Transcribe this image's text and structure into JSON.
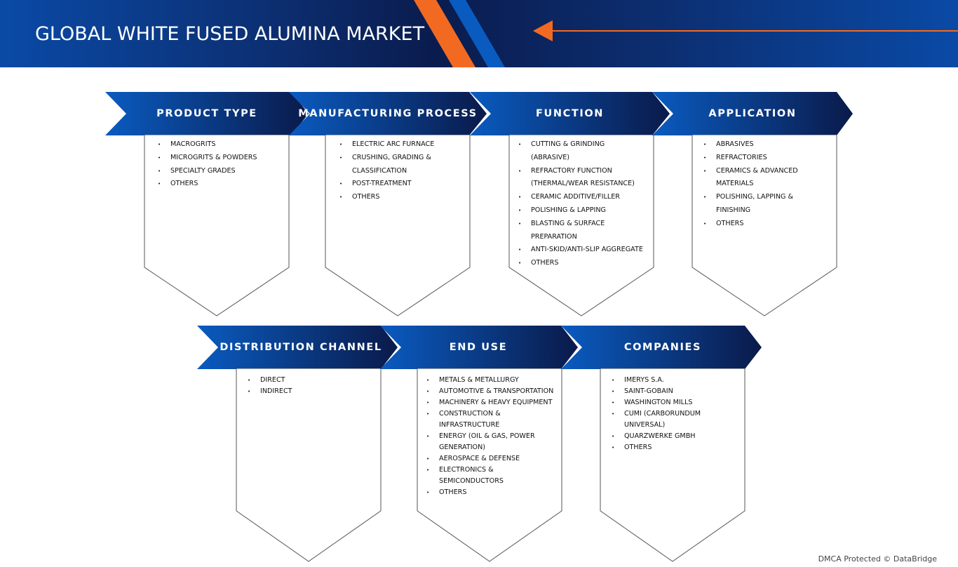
{
  "header": {
    "title": "GLOBAL WHITE FUSED ALUMINA MARKET"
  },
  "colors": {
    "banner_dark": "#0a1a4a",
    "banner_light": "#0a5bc0",
    "accent_orange": "#f26a22",
    "panel_stroke": "#555555"
  },
  "icons": {
    "arrow": "left-arrow-icon"
  },
  "segments_row1": [
    {
      "title": "PRODUCT TYPE",
      "items": [
        "MACROGRITS",
        "MICROGRITS & POWDERS",
        "SPECIALTY GRADES",
        "OTHERS"
      ]
    },
    {
      "title": "MANUFACTURING PROCESS",
      "items": [
        "ELECTRIC ARC FURNACE",
        "CRUSHING, GRADING & CLASSIFICATION",
        "POST-TREATMENT",
        "OTHERS"
      ]
    },
    {
      "title": "FUNCTION",
      "items": [
        "CUTTING & GRINDING (ABRASIVE)",
        "REFRACTORY FUNCTION (THERMAL/WEAR RESISTANCE)",
        "CERAMIC ADDITIVE/FILLER",
        "POLISHING & LAPPING",
        "BLASTING & SURFACE PREPARATION",
        "ANTI-SKID/ANTI-SLIP AGGREGATE",
        "OTHERS"
      ]
    },
    {
      "title": "APPLICATION",
      "items": [
        "ABRASIVES",
        "REFRACTORIES",
        "CERAMICS & ADVANCED MATERIALS",
        "POLISHING, LAPPING & FINISHING",
        "OTHERS"
      ]
    }
  ],
  "segments_row2": [
    {
      "title": "DISTRIBUTION CHANNEL",
      "items": [
        "DIRECT",
        "INDIRECT"
      ]
    },
    {
      "title": "END USE",
      "items": [
        "METALS & METALLURGY",
        "AUTOMOTIVE & TRANSPORTATION",
        "MACHINERY & HEAVY EQUIPMENT",
        "CONSTRUCTION & INFRASTRUCTURE",
        "ENERGY (OIL & GAS, POWER GENERATION)",
        "AEROSPACE & DEFENSE",
        "ELECTRONICS & SEMICONDUCTORS",
        "OTHERS"
      ]
    },
    {
      "title": "COMPANIES",
      "items": [
        "IMERYS S.A.",
        "SAINT-GOBAIN",
        "WASHINGTON MILLS",
        "CUMI (CARBORUNDUM UNIVERSAL)",
        "QUARZWERKE GMBH",
        "OTHERS"
      ]
    }
  ],
  "footer": {
    "text": "DMCA Protected © DataBridge"
  }
}
